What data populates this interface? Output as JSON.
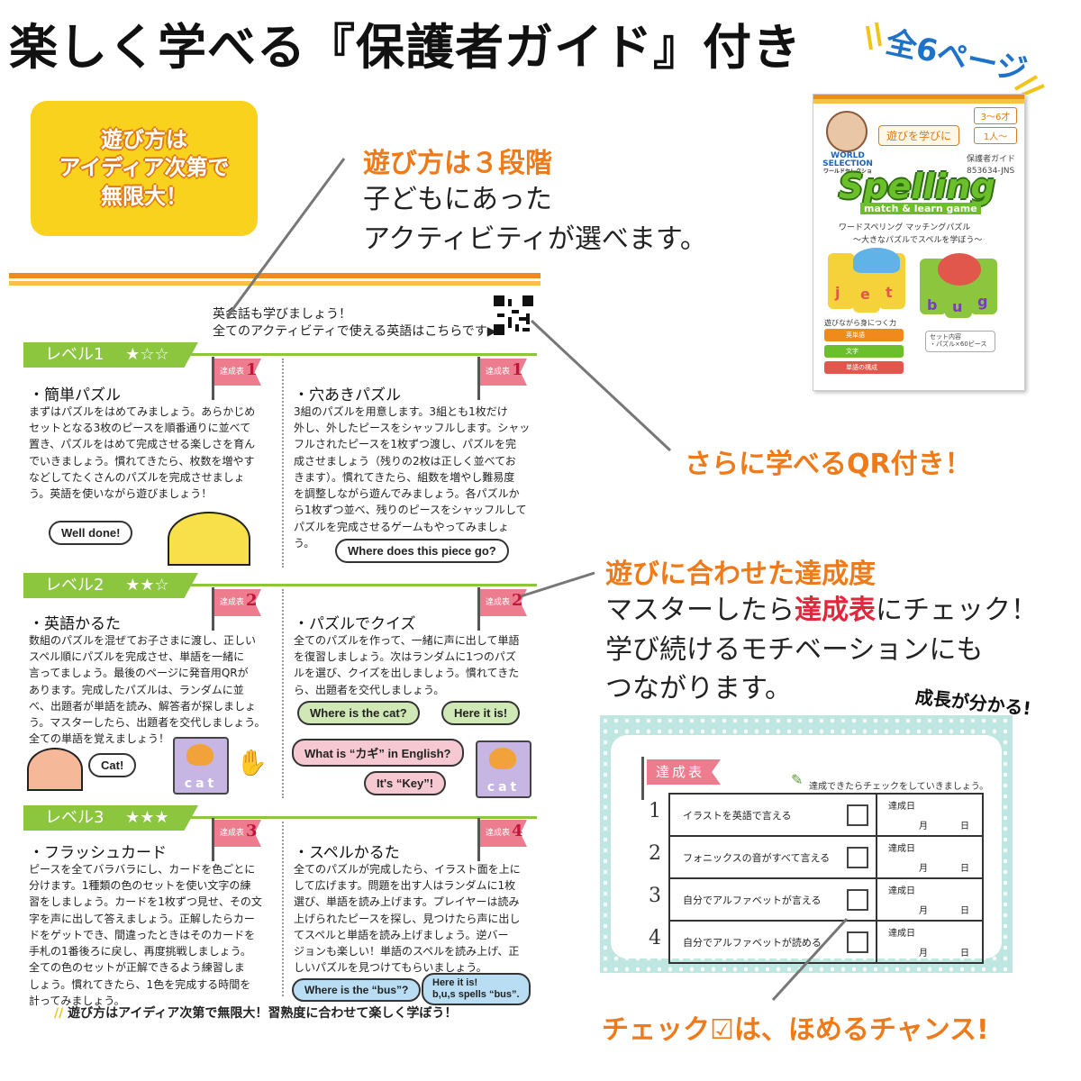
{
  "header": {
    "title": "楽しく学べる『保護者ガイド』付き",
    "pages_badge": "全6ページ"
  },
  "badge_infinite": "遊び方は\nアイディア次第で\n無限大！",
  "callout_levels": {
    "heading": "遊び方は３段階",
    "line1": "子どもにあった",
    "line2": "アクティビティが選べます。"
  },
  "callout_qr": "さらに学べるQR付き！",
  "callout_achievement": {
    "heading": "遊びに合わせた達成度",
    "line1_prefix": "マスターしたら",
    "line1_emph": "達成表",
    "line1_suffix": "にチェック！",
    "line2": "学び続けるモチベーションにも",
    "line3": "つながります。"
  },
  "growth_label": "成長が分かる!",
  "check_callout": "チェック☑は、ほめるチャンス!",
  "product": {
    "brand": "WORLD SELECTION",
    "brand_sub": "ワールドセレクション",
    "play_tag": "遊びを学びに",
    "age": "3～6才",
    "players": "1人～",
    "guide_label": "保護者ガイド",
    "code": "853634-JNS",
    "title": "Spelling",
    "subtitle": "match & learn game",
    "jp_name": "ワードスペリング マッチングパズル",
    "jp_tagline": "～大きなパズルでスペルを学ぼう～",
    "learn_heading": "遊びながら身につく力",
    "learn_items": [
      "英単語",
      "文字",
      "単語の構成"
    ],
    "set_heading": "セット内容",
    "set_items": "・パズル×60ピース",
    "colors": {
      "orange": "#f08a1c",
      "green": "#6bbf2a",
      "red": "#e2574c"
    }
  },
  "sheet": {
    "qr_line1": "英会話も学びましょう！",
    "qr_line2": "全てのアクティビティで使える英語はこちらです▶",
    "chart_flag_label": "達成表",
    "levels": [
      {
        "label": "レベル1",
        "stars": "★☆☆"
      },
      {
        "label": "レベル2",
        "stars": "★★☆"
      },
      {
        "label": "レベル3",
        "stars": "★★★"
      }
    ],
    "sections": [
      {
        "title": "・簡単パズル",
        "flag_num": "1",
        "body": "まずはパズルをはめてみましょう。あらかじめ\nセットとなる3枚のピースを順番通りに並べて\n置き、パズルをはめて完成させる楽しさを育ん\nでいきましょう。慣れてきたら、枚数を増やす\nなどしてたくさんのパズルを完成させましょ\nう。英語を使いながら遊びましょう！"
      },
      {
        "title": "・穴あきパズル",
        "flag_num": "1",
        "body": "3組のパズルを用意します。3組とも1枚だけ\n外し、外したピースをシャッフルします。シャッ\nフルされたピースを1枚ずつ渡し、パズルを完\n成させましょう（残りの2枚は正しく並べてお\nきます）。慣れてきたら、組数を増やし難易度\nを調整しながら遊んでみましょう。各パズルか\nら1枚ずつ並べ、残りのピースをシャッフルして\nパズルを完成させるゲームもやってみましょ\nう。"
      },
      {
        "title": "・英語かるた",
        "flag_num": "2",
        "body": "数組のパズルを混ぜてお子さまに渡し、正しい\nスペル順にパズルを完成させ、単語を一緒に\n言ってましょう。最後のページに発音用QRが\nあります。完成したパズルは、ランダムに並\nべ、出題者が単語を読み、解答者が探しましょ\nう。マスターしたら、出題者を交代しましょう。\n全ての単語を覚えましょう！"
      },
      {
        "title": "・パズルでクイズ",
        "flag_num": "2",
        "body": "全てのパズルを作って、一緒に声に出して単語\nを復習しましょう。次はランダムに1つのパズ\nルを選び、クイズを出しましょう。慣れてきた\nら、出題者を交代しましょう。"
      },
      {
        "title": "・フラッシュカード",
        "flag_num": "3",
        "body": "ピースを全てバラバラにし、カードを色ごとに\n分けます。1種類の色のセットを使い文字の練\n習をしましょう。カードを1枚ずつ見せ、その文\n字を声に出して答えましょう。正解したらカー\nドをゲットでき、間違ったときはそのカードを\n手札の1番後ろに戻し、再度挑戦しましょう。\n全ての色のセットが正解できるよう練習しま\nしょう。慣れてきたら、1色を完成する時間を\n計ってみましょう。"
      },
      {
        "title": "・スペルかるた",
        "flag_num": "4",
        "body": "全てのパズルが完成したら、イラスト面を上に\nして広げます。問題を出す人はランダムに1枚\n選び、単語を読み上げます。プレイヤーは読み\n上げられたピースを探し、見つけたら声に出し\nてスペルと単語を読み上げましょう。逆バー\nジョンも楽しい！単語のスペルを読み上げ、正\nしいパズルを見つけてもらいましょう。"
      }
    ],
    "bubbles": {
      "well_done": "Well done!",
      "where_piece": "Where does this piece go?",
      "where_cat": "Where is the cat?",
      "here_it_is": "Here it is!",
      "what_kagi": "What is “カギ” in English?",
      "its_key": "It's “Key”!",
      "cat": "Cat!",
      "where_bus": "Where is the “bus”?",
      "here_bus_1": "Here it is!",
      "here_bus_2": "b,u,s spells “bus”."
    },
    "cat_word": "cat",
    "footer_marks": "//",
    "footer": "遊び方はアイディア次第で無限大！習熟度に合わせて楽しく学ぼう！"
  },
  "achievement": {
    "flag": "達成表",
    "hint": "達成できたらチェックをしていきましょう。",
    "date_label": "達成日",
    "month": "月",
    "day": "日",
    "rows": [
      {
        "num": "1",
        "item": "イラストを英語で言える"
      },
      {
        "num": "2",
        "item": "フォニックスの音がすべて言える"
      },
      {
        "num": "3",
        "item": "自分でアルファベットが言える"
      },
      {
        "num": "4",
        "item": "自分でアルファベットが読める"
      }
    ]
  }
}
